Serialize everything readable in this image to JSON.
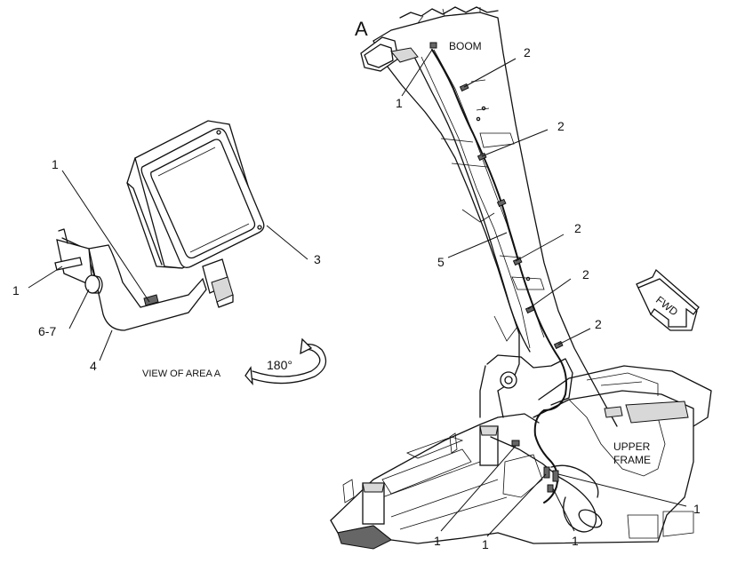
{
  "labels": {
    "view_marker": "A",
    "boom": "BOOM",
    "upper_frame_line1": "UPPER",
    "upper_frame_line2": "FRAME",
    "fwd": "FWD",
    "view_caption": "VIEW OF AREA  A",
    "rotation": "180°"
  },
  "callouts": {
    "boom_1": "1",
    "boom_2a": "2",
    "boom_2b": "2",
    "boom_2c": "2",
    "boom_2d": "2",
    "boom_2e": "2",
    "boom_5": "5",
    "frame_1a": "1",
    "frame_1b": "1",
    "frame_1c": "1",
    "frame_1d": "1",
    "lamp_1_top": "1",
    "lamp_1_left": "1",
    "lamp_3": "3",
    "lamp_67": "6-7",
    "lamp_4": "4"
  }
}
